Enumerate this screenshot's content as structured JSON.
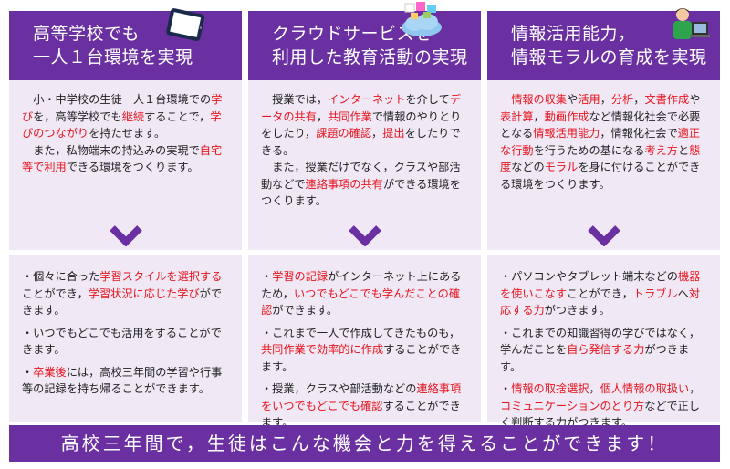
{
  "columns": [
    {
      "title": "高等学校でも\n一人１台環境を実現",
      "icon": "tablet-icon",
      "top": [
        [
          [
            "小・中学校の生徒一人１台環境での",
            ""
          ],
          [
            "学び",
            "hl"
          ],
          [
            "を，高等学校でも",
            ""
          ],
          [
            "継続",
            "hl"
          ],
          [
            "することで，",
            ""
          ],
          [
            "学びのつながり",
            "hl"
          ],
          [
            "を持たせます。",
            ""
          ]
        ],
        [
          [
            "また，私物端末の持込みの実現で",
            ""
          ],
          [
            "自宅等で利用",
            "hl"
          ],
          [
            "できる環境をつくります。",
            ""
          ]
        ]
      ],
      "bottom": [
        [
          [
            "・個々に合った",
            ""
          ],
          [
            "学習スタイルを選択する",
            "hl"
          ],
          [
            "ことができ，",
            ""
          ],
          [
            "学習状況に応じた学び",
            "hl"
          ],
          [
            "ができます。",
            ""
          ]
        ],
        [
          [
            "・いつでもどこでも活用をすることができます。",
            ""
          ]
        ],
        [
          [
            "・",
            ""
          ],
          [
            "卒業後",
            "hl"
          ],
          [
            "には，高校三年間の学習や行事等の記録を持ち帰ることができます。",
            ""
          ]
        ]
      ]
    },
    {
      "title": "クラウドサービスを\n利用した教育活動の実現",
      "icon": "cloud-icon",
      "top": [
        [
          [
            "授業では，",
            ""
          ],
          [
            "インターネット",
            "hl"
          ],
          [
            "を介して",
            ""
          ],
          [
            "データの共有",
            "hl"
          ],
          [
            "，",
            ""
          ],
          [
            "共同作業",
            "hl"
          ],
          [
            "で情報のやりとりをしたり，",
            ""
          ],
          [
            "課題の確認",
            "hl"
          ],
          [
            "，",
            ""
          ],
          [
            "提出",
            "hl"
          ],
          [
            "をしたりできる。",
            ""
          ]
        ],
        [
          [
            "また，授業だけでなく，クラスや部活動などで",
            ""
          ],
          [
            "連絡事項の共有",
            "hl"
          ],
          [
            "ができる環境をつくります。",
            ""
          ]
        ]
      ],
      "bottom": [
        [
          [
            "・",
            ""
          ],
          [
            "学習の記録",
            "hl"
          ],
          [
            "がインターネット上にあるため，",
            ""
          ],
          [
            "いつでもどこでも学んだことの確認",
            "hl"
          ],
          [
            "ができます。",
            ""
          ]
        ],
        [
          [
            "・これまで一人で作成してきたものも，",
            ""
          ],
          [
            "共同作業で効率的に作成",
            "hl"
          ],
          [
            "することができます。",
            ""
          ]
        ],
        [
          [
            "・授業，クラスや部活動などの",
            ""
          ],
          [
            "連絡事項をいつでもどこでも確認",
            "hl"
          ],
          [
            "することができます。",
            ""
          ]
        ]
      ]
    },
    {
      "title": "情報活用能力，\n情報モラルの育成を実現",
      "icon": "person-at-computer-icon",
      "top": [
        [
          [
            "情報の収集",
            "hl"
          ],
          [
            "や",
            ""
          ],
          [
            "活用",
            "hl"
          ],
          [
            "，",
            ""
          ],
          [
            "分析",
            "hl"
          ],
          [
            "，",
            ""
          ],
          [
            "文書作成",
            "hl"
          ],
          [
            "や",
            ""
          ],
          [
            "表計算",
            "hl"
          ],
          [
            "，",
            ""
          ],
          [
            "動画作成",
            "hl"
          ],
          [
            "など情報化社会で必要となる",
            ""
          ],
          [
            "情報活用能力",
            "hl"
          ],
          [
            "，情報化社会で",
            ""
          ],
          [
            "適正な行動",
            "hl"
          ],
          [
            "を行うための基になる",
            ""
          ],
          [
            "考え方",
            "hl"
          ],
          [
            "と",
            ""
          ],
          [
            "態度",
            "hl"
          ],
          [
            "などの",
            ""
          ],
          [
            "モラル",
            "hl"
          ],
          [
            "を身に付けることができる環境をつくります。",
            ""
          ]
        ]
      ],
      "bottom": [
        [
          [
            "・パソコンやタブレット端末などの",
            ""
          ],
          [
            "機器を使いこなす",
            "hl"
          ],
          [
            "ことができ，",
            ""
          ],
          [
            "トラブル",
            "hl"
          ],
          [
            "へ",
            ""
          ],
          [
            "対応する力",
            "hl"
          ],
          [
            "がつきます。",
            ""
          ]
        ],
        [
          [
            "・これまでの知識習得の学びではなく，学んだことを",
            ""
          ],
          [
            "自ら発信する力",
            "hl"
          ],
          [
            "がつきます。",
            ""
          ]
        ],
        [
          [
            "・",
            ""
          ],
          [
            "情報の取捨選択",
            "hl"
          ],
          [
            "，",
            ""
          ],
          [
            "個人情報の取扱い",
            "hl"
          ],
          [
            "，",
            ""
          ],
          [
            "コミュニケーションのとり方",
            "hl"
          ],
          [
            "などで正しく判断する力がつきます。",
            ""
          ]
        ]
      ]
    }
  ],
  "footer": "高校三年間で，生徒はこんな機会と力を得えることができます！",
  "colors": {
    "purple": "#6a2fa0",
    "light": "#f0e8f5",
    "highlight": "#e8141e"
  }
}
